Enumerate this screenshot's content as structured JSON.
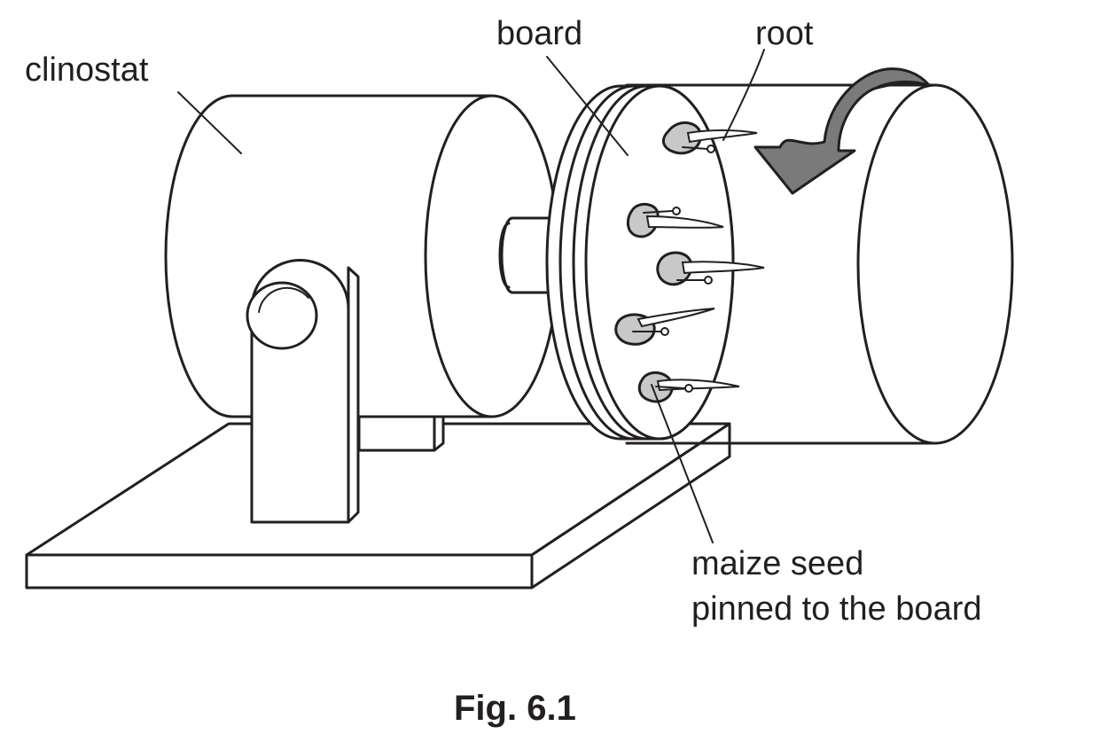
{
  "labels": {
    "clinostat": "clinostat",
    "board": "board",
    "root": "root",
    "seed_line1": "maize seed",
    "seed_line2": "pinned to the board"
  },
  "caption": "Fig. 6.1",
  "colors": {
    "line": "#231f20",
    "seed_fill": "#c8c8c8",
    "arrow_fill": "#7a7a7a",
    "background": "#ffffff"
  },
  "icons": {
    "rotation": "curved-arrow-icon"
  }
}
